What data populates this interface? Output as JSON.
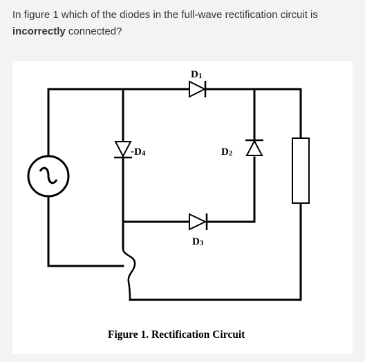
{
  "question": {
    "line1": "In figure 1 which of the diodes in the full-wave rectification circuit is",
    "emphasis": "incorrectly",
    "line2_rest": " connected?"
  },
  "figure": {
    "caption": "Figure 1. Rectification Circuit",
    "labels": {
      "d1": {
        "main": "D",
        "sub": "1"
      },
      "d2": {
        "main": "D",
        "sub": "2"
      },
      "d3": {
        "main": "D",
        "sub": "3"
      },
      "d4": {
        "main": "D",
        "sub": "4"
      }
    },
    "colors": {
      "wire": "#000000",
      "diode_stroke": "#000000",
      "diode_fill": "#ffffff",
      "page_background": "#f3f3f3",
      "figure_background": "#ffffff"
    },
    "icons": {
      "source": "ac-source-icon",
      "load": "resistor-icon"
    }
  }
}
